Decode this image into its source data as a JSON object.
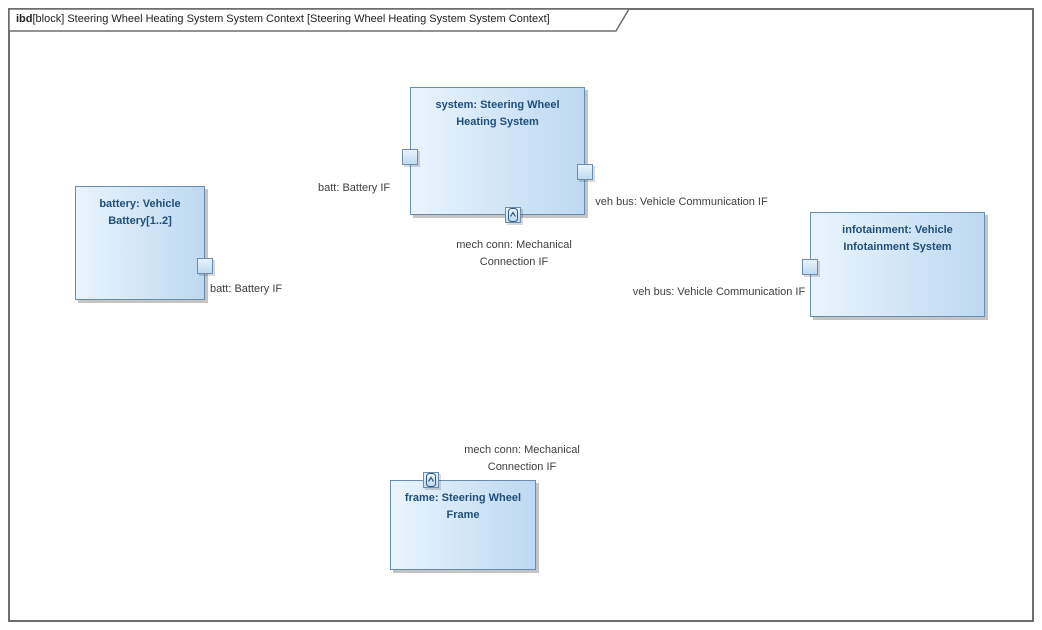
{
  "frame_tab": {
    "bold": "ibd",
    "rest": "[block] Steering Wheel Heating System System Context [Steering Wheel Heating System System Context]"
  },
  "blocks": {
    "system": {
      "label": "system: Steering Wheel Heating System"
    },
    "battery": {
      "label": "battery: Vehicle Battery[1..2]"
    },
    "infotainment": {
      "label": "infotainment: Vehicle Infotainment System"
    },
    "frame": {
      "label": "frame: Steering Wheel Frame"
    }
  },
  "port_labels": {
    "battery_batt": "batt: Battery IF",
    "system_batt": "batt: Battery IF",
    "system_vehbus": "veh bus: Vehicle Communication IF",
    "system_mechconn": "mech conn: Mechanical Connection IF",
    "infotainment_vehbus": "veh bus: Vehicle Communication IF",
    "frame_mechconn": "mech conn: Mechanical Connection IF"
  },
  "colors": {
    "block_fill_light": "#e9f4fd",
    "block_fill_dark": "#bdd9f1",
    "block_border": "#698caf",
    "block_title": "#1f4e79",
    "label_text": "#3f3f3f",
    "frame_border": "#6e6e6e",
    "shadow": "#c4c4c4"
  }
}
